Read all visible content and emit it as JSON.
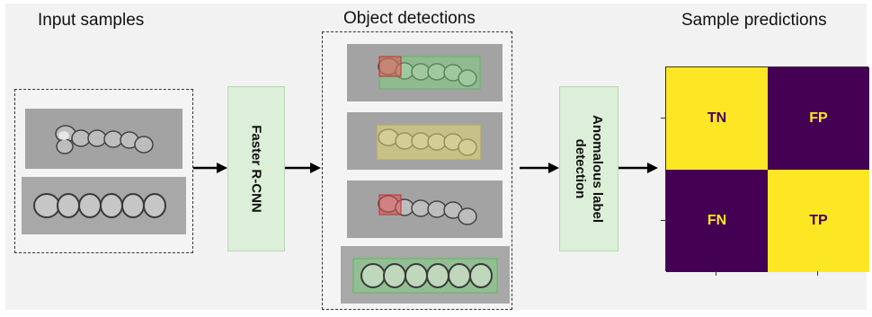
{
  "headings": {
    "input": "Input samples",
    "detections": "Object detections",
    "predictions": "Sample predictions"
  },
  "stages": {
    "detector": "Faster R-CNN",
    "anomaly_line1": "Anomalous label",
    "anomaly_line2": "detection"
  },
  "matrix": {
    "cells": [
      {
        "label": "TN",
        "color": "#fde725",
        "text_color": "#440154"
      },
      {
        "label": "FP",
        "color": "#440154",
        "text_color": "#fde725"
      },
      {
        "label": "FN",
        "color": "#440154",
        "text_color": "#fde725"
      },
      {
        "label": "TP",
        "color": "#fde725",
        "text_color": "#440154"
      }
    ]
  },
  "colors": {
    "stage_fill": "#dcefd8",
    "box_green": "#7cd67c",
    "box_red": "#e05050",
    "box_yellow": "#e8e070"
  }
}
